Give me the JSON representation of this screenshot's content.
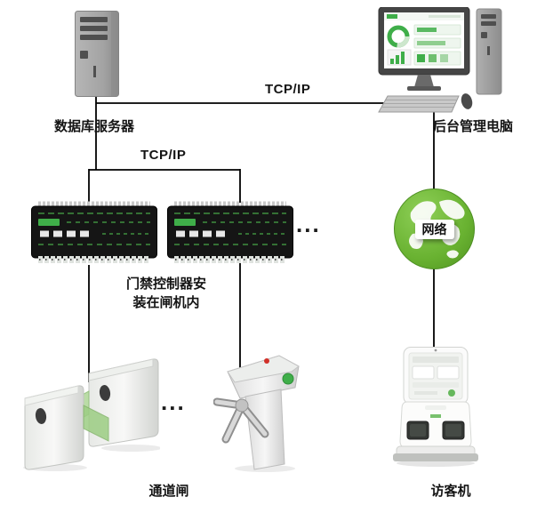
{
  "diagram": {
    "top_row": {
      "database_server_label": "数据库服务器",
      "management_pc_label": "后台管理电脑",
      "tcpip_label_top": "TCP/IP"
    },
    "middle_row": {
      "tcpip_label_mid": "TCP/IP",
      "controller_note": [
        "门禁控制器安",
        "装在闸机内"
      ],
      "controllers_ellipsis": "...",
      "network_label": "网络"
    },
    "bottom_row": {
      "gate_label": "通道闸",
      "visitor_label": "访客机",
      "gates_ellipsis": "..."
    },
    "colors": {
      "connection_line": "#000000",
      "globe_green": "#69b231",
      "flap_wing_green": "#9ccd83",
      "screen_accent_green": "#3fae49",
      "controller_board_black": "#151515",
      "indicator_red": "#d03028",
      "indicator_green": "#3fae49"
    }
  }
}
